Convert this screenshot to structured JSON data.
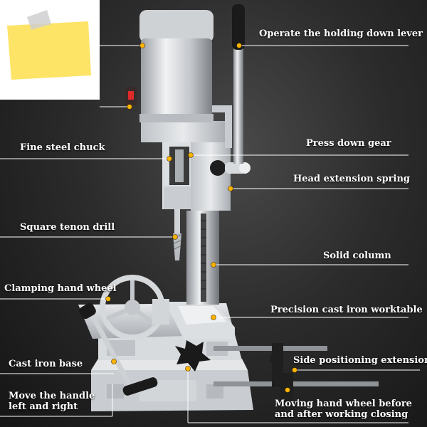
{
  "palette": {
    "background": "#2a2a2a",
    "label_text": "#ffffff",
    "leader_line": "#ffffff",
    "callout_dot": "#ffb300",
    "note_yellow": "#fde467",
    "machine_body": "#d9dcdf",
    "steel": "#b9bdc2",
    "handle_black": "#1a1a1a"
  },
  "callouts": [
    {
      "id": "holding-lever",
      "text": "Operate the holding down lever"
    },
    {
      "id": "fine-chuck",
      "text": "Fine steel chuck"
    },
    {
      "id": "press-gear",
      "text": "Press down gear"
    },
    {
      "id": "head-spring",
      "text": "Head extension spring"
    },
    {
      "id": "tenon-drill",
      "text": "Square tenon drill"
    },
    {
      "id": "solid-column",
      "text": "Solid column"
    },
    {
      "id": "clamp-wheel",
      "text": "Clamping hand wheel"
    },
    {
      "id": "worktable",
      "text": "Precision cast iron worktable"
    },
    {
      "id": "side-extension",
      "text": "Side positioning extension"
    },
    {
      "id": "base",
      "text": "Cast iron base"
    },
    {
      "id": "move-handle",
      "text": "Move the handle\nleft and right"
    },
    {
      "id": "moving-wheel",
      "text": "Moving hand wheel before\nand after working closing"
    }
  ],
  "icons": [
    "sticky-note-icon",
    "red-switch-icon"
  ]
}
